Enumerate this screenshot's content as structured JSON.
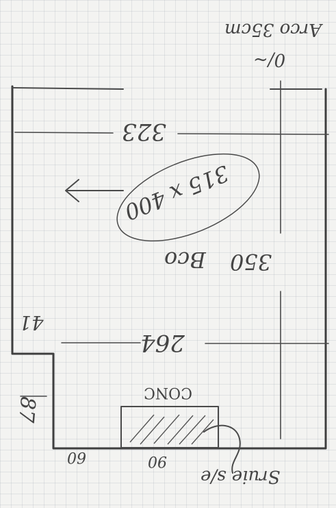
{
  "labels": {
    "top_note_line1": "Arco 35cm",
    "top_note_line2": "0/~",
    "dim_top": "323",
    "bed": "315 x 400",
    "dim_height_right": "350",
    "room": "Bco",
    "dim_bottom": "264",
    "small_left": "41",
    "small_left_side": "87",
    "fixture": "CONC",
    "base_left": "60",
    "base_mid": "90",
    "base_right": "Sruie s/e"
  },
  "colors": {
    "paper": "#f3f3f1",
    "pencil": "#4a4a4a",
    "hatch": "#555555"
  }
}
